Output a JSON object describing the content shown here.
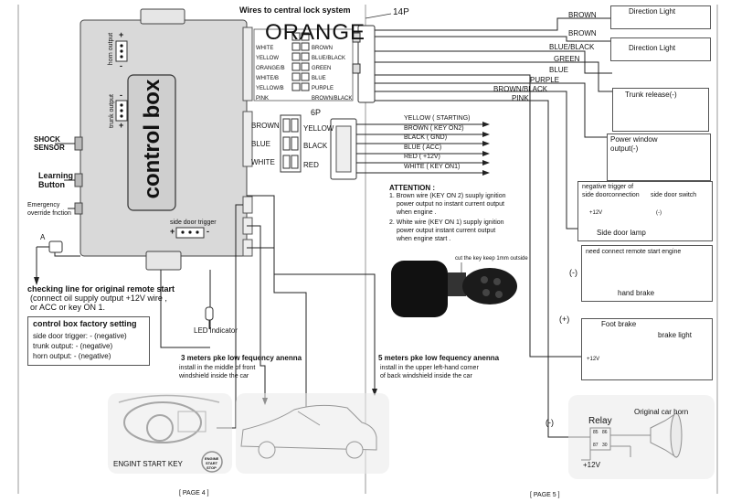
{
  "colors": {
    "box_fill": "#d9d9d9",
    "panel_fill": "#e9e9e9",
    "line": "#222222",
    "accent_dark": "#111111"
  },
  "control_box": {
    "title": "control box",
    "horn_output": "horn output",
    "trunk_output": "trunk output",
    "side_door_trigger": "side door trigger",
    "plus": "+",
    "minus": "-"
  },
  "central_lock": {
    "header": "Wires to central lock system",
    "overlay": "ORANGE",
    "connector": "14P",
    "left": [
      "WHITE",
      "YELLOW",
      "ORANGE/B",
      "WHITE/B",
      "YELLOW/B",
      "PINK"
    ],
    "right": [
      "BROWN",
      "BLUE/BLACK",
      "GREEN",
      "BLUE",
      "PURPLE",
      "BROWN/BLACK"
    ]
  },
  "output_wires": [
    "BROWN",
    "BROWN",
    "BLUE/BLACK",
    "GREEN",
    "BLUE",
    "PURPLE",
    "BROWN/BLACK",
    "PINK"
  ],
  "six_pin": {
    "label": "6P",
    "left": [
      "BROWN",
      "BLUE",
      "WHITE"
    ],
    "right": [
      "YELLOW",
      "BLACK",
      "RED"
    ]
  },
  "start_wires": [
    "YELLOW ( STARTING)",
    "BROWN ( KEY ON2)",
    "BLACK ( GND)",
    "BLUE ( ACC)",
    "RED ( +12V)",
    "WHITE ( KEY ON1)"
  ],
  "attention": {
    "title": "ATTENTION :",
    "line1a": "1. Brown wire (KEY ON 2) suuply ignition",
    "line1b": "power output no instant current output",
    "line1c": "when engine .",
    "line2a": "2. White wire (KEY ON 1) supply ignition",
    "line2b": "power output instant current output",
    "line2c": "when engine start ."
  },
  "key": {
    "note": "cut the key keep 1mm outside"
  },
  "left_labels": {
    "shock_a": "SHOCK",
    "shock_b": "SENSOR",
    "learn_a": "Learning",
    "learn_b": "Button",
    "emerg_a": "Emergency",
    "emerg_b": "override fnction",
    "a_label": "A",
    "check_a": "checking line for original remote start",
    "check_b": "(connect oil supply output +12V wire ,",
    "check_c": "or ACC or key ON 1.",
    "led": "LED indicator"
  },
  "factory": {
    "title": "control box factory setting",
    "l1": "side door trigger: - (negative)",
    "l2": "trunk output: - (negative)",
    "l3": "horn output: - (negative)"
  },
  "antenna": {
    "a3_title": "3 meters pke low fequency anenna",
    "a3_l1": "install in the middle of front",
    "a3_l2": "windshield inside the car",
    "a5_title": "5 meters pke low fequency anenna",
    "a5_l1": "install in the upper left-hand corner",
    "a5_l2": "of back windshield inside the car"
  },
  "start_button": {
    "label": "ENGINT START KEY",
    "b1": "ENGINE",
    "b2": "START",
    "b3": "STOP"
  },
  "right_panels": {
    "direction_light": "Direction Light",
    "trunk_release": "Trunk release(-)",
    "power_window_a": "Power window",
    "power_window_b": "output(-)",
    "neg_trigger_a": "negative trigger of",
    "neg_trigger_b": "side doorconnection",
    "side_door_switch": "side door switch",
    "v12": "+12V",
    "side_door_lamp": "Side door lamp",
    "neg_sign": "(-)",
    "remote_start": "need connect remote start engine",
    "hand_brake": "hand brake",
    "foot_brake": "Foot brake",
    "brake_light": "brake light",
    "plus_sign": "(+)",
    "relay": "Relay",
    "horn": "Original car horn",
    "r85": "85",
    "r86": "86",
    "r87": "87",
    "r30": "30"
  },
  "pages": {
    "p4": "[ PAGE 4 ]",
    "p5": "[ PAGE 5 ]"
  }
}
